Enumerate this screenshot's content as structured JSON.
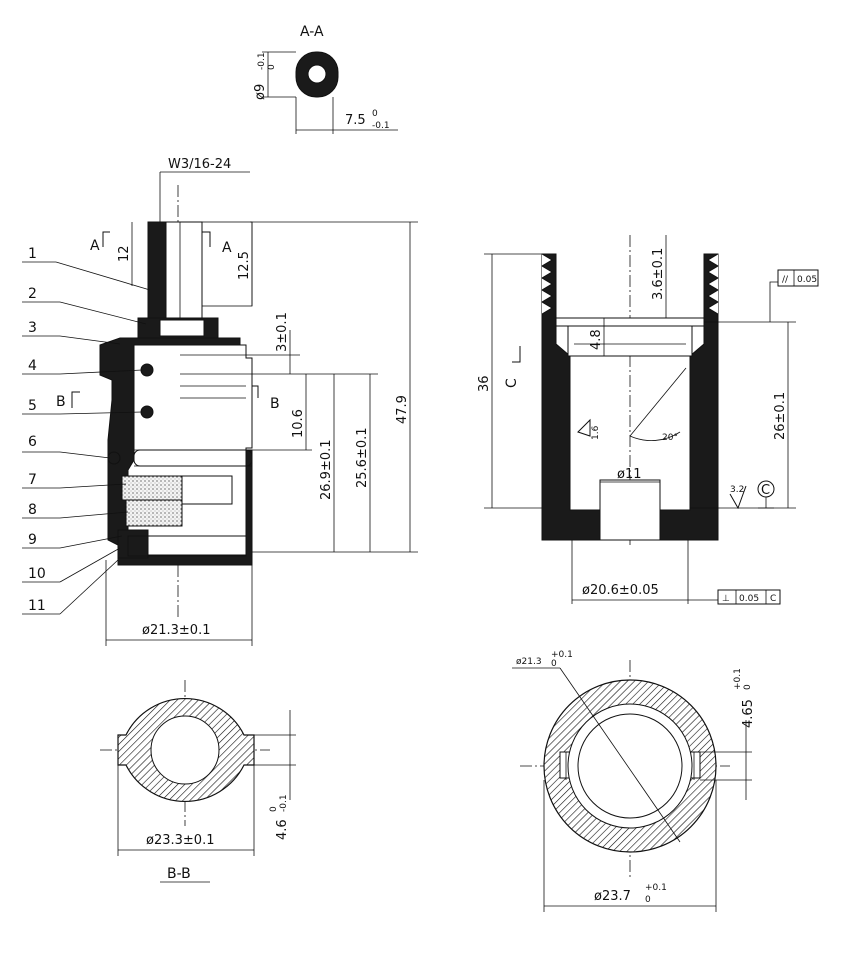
{
  "sections": {
    "aa": {
      "title": "A-A",
      "dia": "ø9",
      "dia_tol_up": "0",
      "dia_tol_lo": "-0.1",
      "width": "7.5",
      "width_tol_up": "0",
      "width_tol_lo": "-0.1"
    },
    "bb": {
      "title": "B-B",
      "dia": "ø23.3±0.1",
      "flat": "4.6",
      "flat_tol_up": "0",
      "flat_tol_lo": "-0.1"
    }
  },
  "assembly": {
    "thread": "W3/16-24",
    "part_numbers": [
      "1",
      "2",
      "3",
      "4",
      "5",
      "6",
      "7",
      "8",
      "9",
      "10",
      "11"
    ],
    "cut_a": "A",
    "cut_b": "B",
    "dims": {
      "d12": "12",
      "d12_5": "12.5",
      "d3": "3±0.1",
      "d10_6": "10.6",
      "d26_9": "26.9±0.1",
      "d25_6": "25.6±0.1",
      "d47_9": "47.9",
      "d21_3": "ø21.3±0.1"
    }
  },
  "housing": {
    "cut_c": "C",
    "d36": "36",
    "d3_6": "3.6±0.1",
    "d4_8": "4.8",
    "d26": "26±0.1",
    "angle": "20°",
    "rough_1_6": "1.6",
    "bore": "ø11",
    "rough_3_2": "3.2",
    "datum": "C",
    "outer": "ø20.6±0.05",
    "parallel_tol": "0.05",
    "perp_tol": "0.05",
    "perp_datum": "C"
  },
  "end_view": {
    "hole": "ø21.3",
    "hole_tol_up": "+0.1",
    "hole_tol_lo": "0",
    "slot": "4.65",
    "slot_tol_up": "+0.1",
    "slot_tol_lo": "0",
    "outer": "ø23.7",
    "outer_tol_up": "+0.1",
    "outer_tol_lo": "0"
  }
}
